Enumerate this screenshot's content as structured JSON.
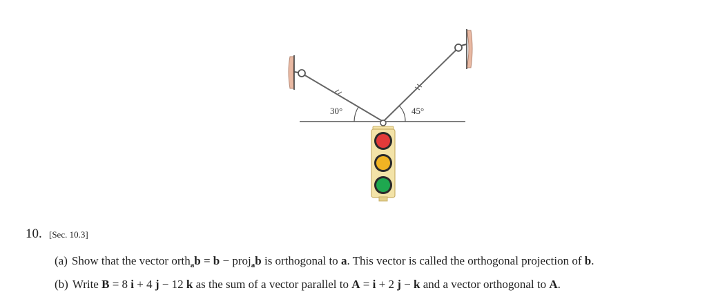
{
  "figure": {
    "left_angle": "30°",
    "right_angle": "45°",
    "colors": {
      "red_light": "#e23a3a",
      "yellow_light": "#f0b323",
      "green_light": "#1ea84f",
      "housing": "#f3e3a8",
      "housing_stroke": "#c9b06a",
      "wall": "#e9b9a3",
      "cable": "#666666"
    }
  },
  "problem": {
    "number": "10.",
    "section": "[Sec. 10.3]",
    "part_a": {
      "label": "(a)",
      "t1": "Show that the vector orth",
      "sub1": "a",
      "b1": "b",
      "eq": " = ",
      "b2": "b",
      "minus": " − proj",
      "sub2": "a",
      "b3": "b",
      "t2": " is orthogonal to ",
      "a": "a",
      "t3": ". This vector is called the orthogonal projection of ",
      "b4": "b",
      "t4": "."
    },
    "part_b": {
      "label": "(b)",
      "t1": "Write ",
      "B": "B",
      "t2": " = 8 ",
      "i1": "i",
      "t3": " + 4 ",
      "j1": "j",
      "t4": " − 12 ",
      "k1": "k",
      "t5": " as the sum of a vector parallel to ",
      "A1": "A",
      "t6": " = ",
      "i2": "i",
      "t7": " + 2 ",
      "j2": "j",
      "t8": " − ",
      "k2": "k",
      "t9": " and a vector orthogonal to ",
      "A2": "A",
      "t10": "."
    }
  }
}
